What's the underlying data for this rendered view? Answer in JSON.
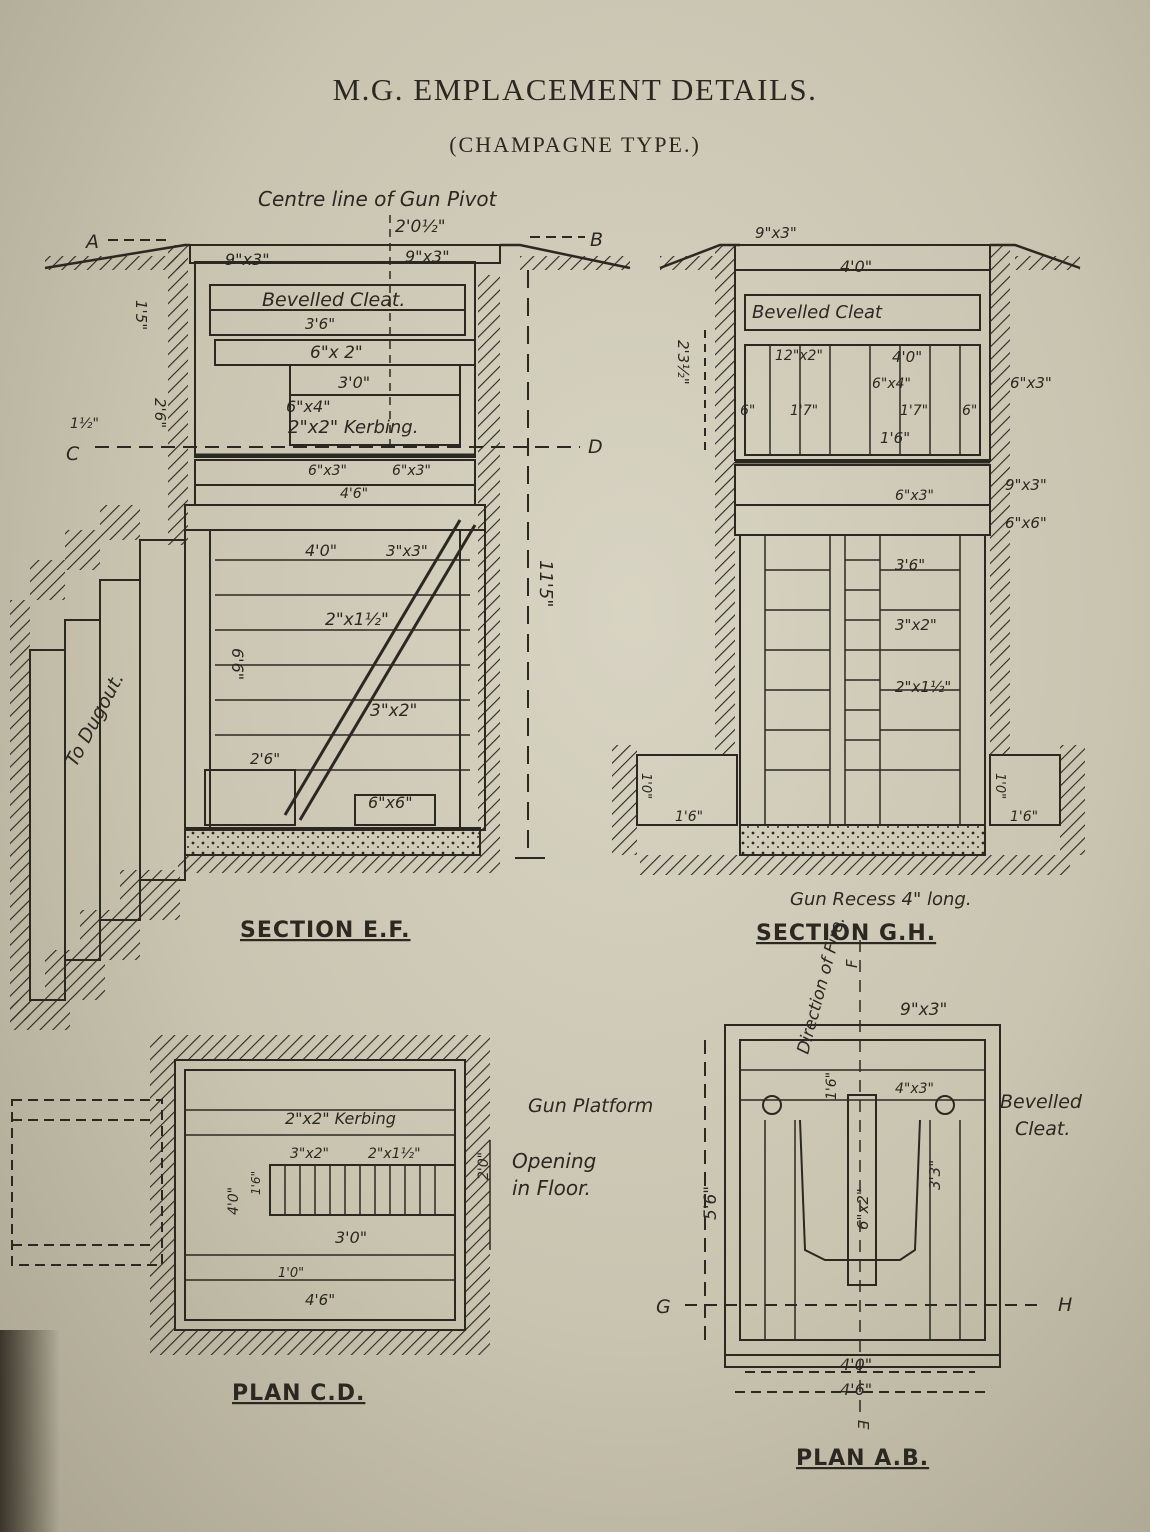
{
  "title": "M.G. EMPLACEMENT DETAILS.",
  "subtitle": "(CHAMPAGNE TYPE.)",
  "section_ef": {
    "caption": "SECTION E.F.",
    "gun_pivot_note": "Centre line of Gun Pivot",
    "pivot_dim": "2'0½\"",
    "point_a": "A",
    "point_b": "B",
    "point_c": "C",
    "point_d": "D",
    "top_timber_left": "9\"x3\"",
    "top_timber_right": "9\"x3\"",
    "bevelled_cleat": "Bevelled Cleat.",
    "dim_3_6": "3'6\"",
    "timber_6x2": "6\"x 2\"",
    "dim_3_0": "3'0\"",
    "timber_6x4": "6\"x4\"",
    "kerbing": "2\"x2\" Kerbing.",
    "dim_1_5": "1'5\"",
    "dim_1_half": "1½\"",
    "dim_2_6": "2'6\"",
    "timber_6x3_a": "6\"x3\"",
    "timber_6x3_b": "6\"x3\"",
    "dim_4_6": "4'6\"",
    "dim_4_0": "4'0\"",
    "timber_3x3": "3\"x3\"",
    "timber_2x1half": "2\"x1½\"",
    "dim_6_6": "6'6\"",
    "timber_3x2": "3\"x2\"",
    "dim_2_6_step": "2'6\"",
    "timber_6x6": "6\"x6\"",
    "dim_11_5": "11'5\"",
    "to_dugout": "To Dugout."
  },
  "section_gh": {
    "caption": "SECTION G.H.",
    "gun_recess": "Gun Recess 4\" long.",
    "top_9x3": "9\"x3\"",
    "dim_4_0": "4'0\"",
    "bevelled_cleat": "Bevelled Cleat",
    "timber_12x2": "12\"x2\"",
    "dim_4_0_b": "4'0\"",
    "dim_2_3half": "2'3½\"",
    "timber_6x4": "6\"x4\"",
    "dim_6": "6\"",
    "dim_1_7": "1'7\"",
    "dim_1_7_b": "1'7\"",
    "dim_6_b": "6\"",
    "dim_1_6": "1'6\"",
    "right_6x3": "6\"x3\"",
    "right_9x3": "9\"x3\"",
    "right_6x6": "6\"x6\"",
    "timber_6x3": "6\"x3\"",
    "dim_3_6": "3'6\"",
    "timber_3x2": "3\"x2\"",
    "timber_2x1half": "2\"x1½\"",
    "dim_1_0_left": "1'0\"",
    "dim_1_6_left": "1'6\"",
    "dim_1_0_right": "1'0\"",
    "dim_1_6_right": "1'6\""
  },
  "plan_cd": {
    "caption": "PLAN C.D.",
    "kerbing": "2\"x2\" Kerbing",
    "timber_3x2": "3\"x2\"",
    "timber_2x1half": "2\"x1½\"",
    "opening": "Opening\nin Floor.",
    "dim_2_0": "2'0\"",
    "dim_4_0": "4'0\"",
    "dim_1_6": "1'6\"",
    "dim_3_0": "3'0\"",
    "dim_1_0": "1'0\"",
    "dim_4_6": "4'6\""
  },
  "plan_ab": {
    "caption": "PLAN A.B.",
    "direction_of_fire": "Direction of Fire.",
    "point_f": "F",
    "point_e": "E",
    "point_g": "G",
    "point_h": "H",
    "top_9x3": "9\"x3\"",
    "gun_platform": "Gun Platform",
    "bevelled_cleat": "Bevelled\nCleat.",
    "dim_1_6": "1'6\"",
    "timber_4x3": "4\"x3\"",
    "dim_3_3": "3'3\"",
    "timber_6x2": "6\"x2\"",
    "dim_5_6": "5'6\"",
    "dim_4_0": "4'0\"",
    "dim_4_6": "4'6\""
  }
}
